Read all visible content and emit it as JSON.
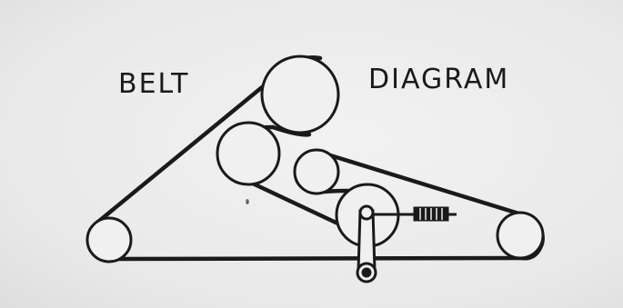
{
  "diagram": {
    "title_left": "BELT",
    "title_right": "DIAGRAM",
    "colors": {
      "ink": "#1a1a1a",
      "paper": "#ececec"
    },
    "parts": {
      "pulleys": [
        "top-pulley",
        "upper-left-pulley",
        "small-idler-pulley",
        "tensioner-pulley",
        "left-pulley",
        "right-pulley"
      ],
      "belt": "serpentine-belt",
      "tensioner": "spring-loaded-tensioner-arm"
    }
  }
}
